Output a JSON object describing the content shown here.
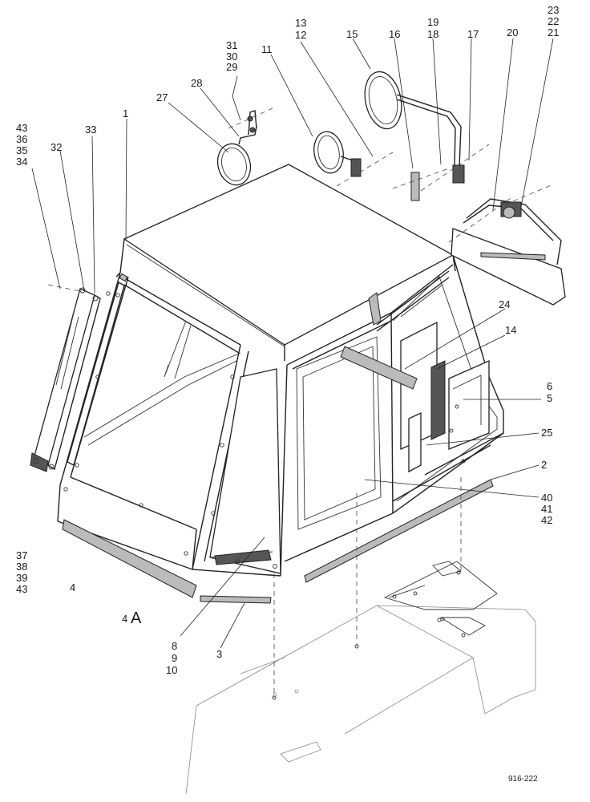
{
  "diagram": {
    "reference_code": "916-222",
    "view_label": "A",
    "callouts": [
      {
        "id": "c1",
        "text": "1"
      },
      {
        "id": "c2",
        "text": "2"
      },
      {
        "id": "c3",
        "text": "3"
      },
      {
        "id": "c4",
        "text": "4"
      },
      {
        "id": "c4a",
        "text": "4"
      },
      {
        "id": "c5",
        "text": "5"
      },
      {
        "id": "c6",
        "text": "6"
      },
      {
        "id": "c8",
        "text": "8"
      },
      {
        "id": "c9",
        "text": "9"
      },
      {
        "id": "c10",
        "text": "10"
      },
      {
        "id": "c11",
        "text": "11"
      },
      {
        "id": "c12",
        "text": "12"
      },
      {
        "id": "c13",
        "text": "13"
      },
      {
        "id": "c14",
        "text": "14"
      },
      {
        "id": "c15",
        "text": "15"
      },
      {
        "id": "c16",
        "text": "16"
      },
      {
        "id": "c17",
        "text": "17"
      },
      {
        "id": "c18",
        "text": "18"
      },
      {
        "id": "c19",
        "text": "19"
      },
      {
        "id": "c20",
        "text": "20"
      },
      {
        "id": "c21",
        "text": "21"
      },
      {
        "id": "c22",
        "text": "22"
      },
      {
        "id": "c23",
        "text": "23"
      },
      {
        "id": "c24",
        "text": "24"
      },
      {
        "id": "c25",
        "text": "25"
      },
      {
        "id": "c27",
        "text": "27"
      },
      {
        "id": "c28",
        "text": "28"
      },
      {
        "id": "c29",
        "text": "29"
      },
      {
        "id": "c30",
        "text": "30"
      },
      {
        "id": "c31",
        "text": "31"
      },
      {
        "id": "c32",
        "text": "32"
      },
      {
        "id": "c33",
        "text": "33"
      },
      {
        "id": "c34",
        "text": "34"
      },
      {
        "id": "c35",
        "text": "35"
      },
      {
        "id": "c36",
        "text": "36"
      },
      {
        "id": "c37",
        "text": "37"
      },
      {
        "id": "c38",
        "text": "38"
      },
      {
        "id": "c39",
        "text": "39"
      },
      {
        "id": "c40",
        "text": "40"
      },
      {
        "id": "c41",
        "text": "41"
      },
      {
        "id": "c42",
        "text": "42"
      },
      {
        "id": "c43a",
        "text": "43"
      },
      {
        "id": "c43b",
        "text": "43"
      }
    ]
  }
}
